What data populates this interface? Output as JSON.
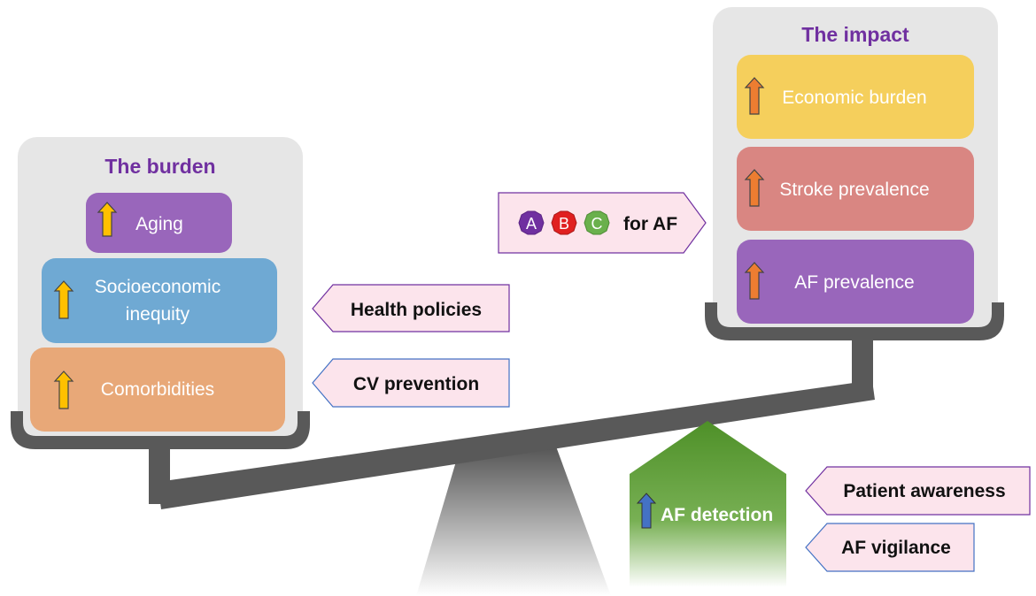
{
  "burden": {
    "title": "The burden",
    "items": {
      "aging": "Aging",
      "socioeconomic_line1": "Socioeconomic",
      "socioeconomic_line2": "inequity",
      "comorbidities": "Comorbidities"
    }
  },
  "impact": {
    "title": "The impact",
    "items": {
      "economic": "Economic burden",
      "stroke": "Stroke prevalence",
      "af": "AF prevalence"
    }
  },
  "abc": {
    "letters": [
      "A",
      "B",
      "C"
    ],
    "suffix": "for AF"
  },
  "interventions": {
    "health_policies": "Health policies",
    "cv_prevention": "CV prevention",
    "patient_awareness": "Patient awareness",
    "af_vigilance": "AF vigilance"
  },
  "detection": {
    "label": "AF detection"
  },
  "colors": {
    "title_purple": "#7030a0",
    "aging": "#9966bb",
    "socioeconomic": "#6fa9d3",
    "comorbidities": "#e8a878",
    "economic": "#f5cf5c",
    "stroke": "#d98682",
    "af_prevalence": "#9966bb",
    "panel_gray": "#e6e6e6",
    "scale_dark": "#595959",
    "tag_pink": "#fce4ec",
    "detection_green": "#5a9a32",
    "arrow_yellow": "#ffc000",
    "arrow_orange": "#ed7d31",
    "arrow_blue": "#4472c4",
    "badge_a": "#7030a0",
    "badge_b": "#e02020",
    "badge_c": "#6ab04c"
  }
}
